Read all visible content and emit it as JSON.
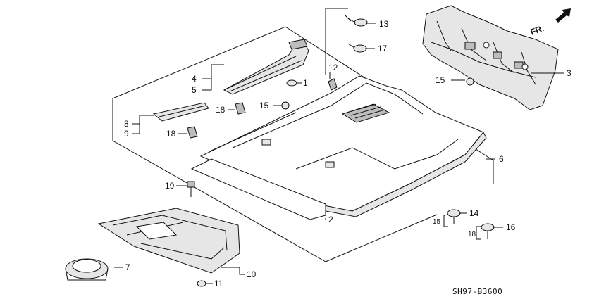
{
  "diagram": {
    "code": "SH97-B3600",
    "direction_label": "FR.",
    "callouts": {
      "c1": "1",
      "c2": "2",
      "c3": "3",
      "c4": "4",
      "c5": "5",
      "c6": "6",
      "c7": "7",
      "c8": "8",
      "c9": "9",
      "c10": "10",
      "c11": "11",
      "c12": "12",
      "c13": "13",
      "c14": "14",
      "c15a": "15",
      "c15b": "15",
      "c15c": "15",
      "c16": "16",
      "c17": "17",
      "c18a": "18",
      "c18b": "18",
      "c18c": "18",
      "c19": "19"
    }
  }
}
